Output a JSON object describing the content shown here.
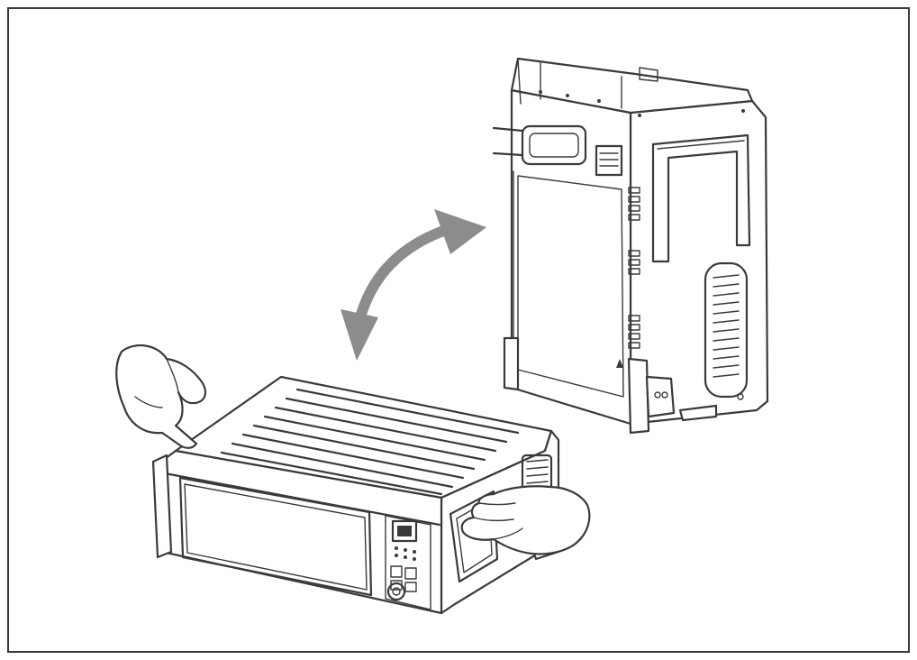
{
  "figure": {
    "background_color": "#ffffff",
    "frame_color": "#3a3a3a",
    "line_color": "#3a3a3a",
    "arrow_color": "#8c8c8c",
    "arrow_meaning": "rotate-between-horizontal-and-vertical",
    "objects": [
      {
        "name": "appliance-horizontal",
        "orientation": "horizontal"
      },
      {
        "name": "appliance-vertical",
        "orientation": "vertical"
      },
      {
        "name": "hand-left",
        "role": "holding-top"
      },
      {
        "name": "hand-right",
        "role": "holding-side"
      }
    ],
    "text": []
  }
}
